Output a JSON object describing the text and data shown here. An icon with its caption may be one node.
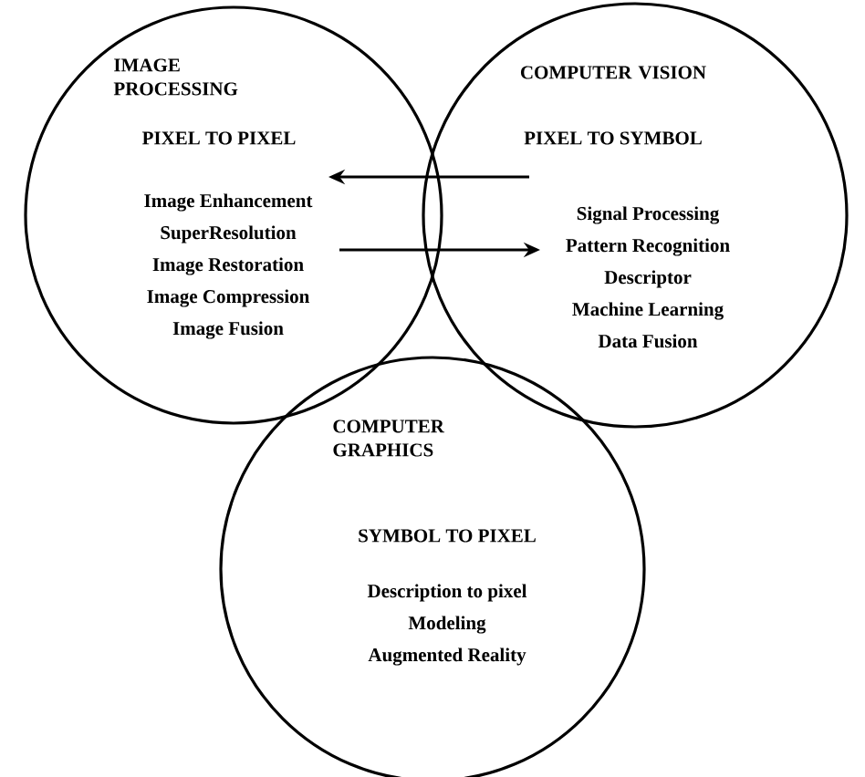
{
  "diagram": {
    "nodes": [
      {
        "text": [
          "IMAGE PROCESSING",
          "PIXEL TO PIXEL",
          "Image Enhancement",
          "SuperResolution",
          "Image Restoration",
          "Image Compression",
          "Image Fusion"
        ]
      },
      {
        "text": [
          "COMPUTER VISION",
          "PIXEL TO SYMBOL",
          "Signal Processing",
          "Pattern Recognition",
          "Descriptor",
          "Machine Learning",
          "Data Fusion"
        ]
      },
      {
        "text": [
          "COMPUTER GRAPHICS",
          "SYMBOL TO PIXEL",
          "Description to pixel",
          "Modeling",
          "Augmented Reality"
        ]
      }
    ],
    "edges": [
      {
        "from": 1,
        "to": 0,
        "arrow": "to"
      },
      {
        "from": 0,
        "to": 1,
        "arrow": "to"
      }
    ]
  }
}
